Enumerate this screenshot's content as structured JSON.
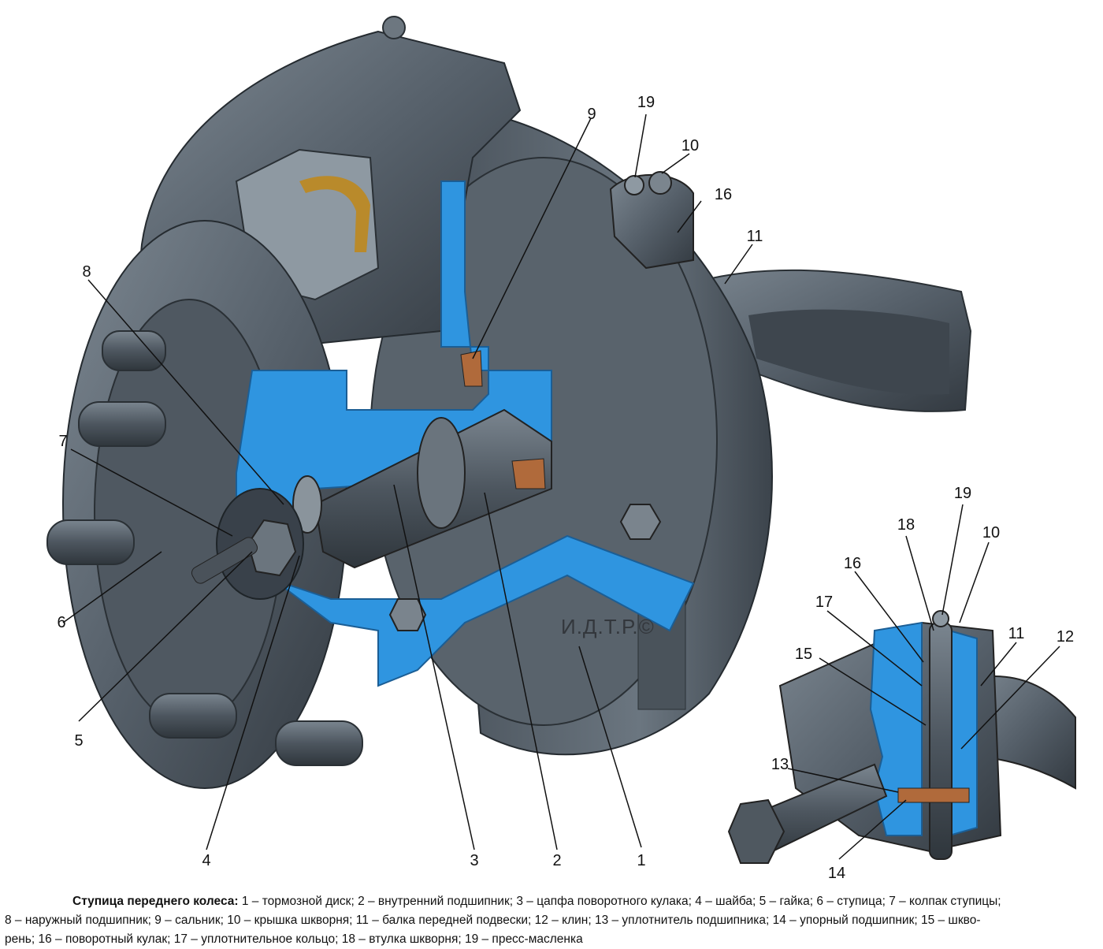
{
  "callouts": [
    "1",
    "2",
    "3",
    "4",
    "5",
    "6",
    "7",
    "8",
    "9",
    "10",
    "11",
    "16",
    "19"
  ],
  "inset_callouts": [
    "10",
    "11",
    "12",
    "13",
    "14",
    "15",
    "16",
    "17",
    "18",
    "19"
  ],
  "watermark": "И.Д.Т.Р.©",
  "caption": {
    "title": "Ступица переднего колеса:",
    "line1": "1 – тормозной диск; 2 – внутренний подшипник; 3 – цапфа поворотного кулака; 4 – шайба; 5 – гайка; 6 – ступица; 7 – колпак ступицы;",
    "line2": "8 – наружный подшипник; 9 – сальник; 10 – крышка шкворня; 11 – балка передней подвески; 12 – клин; 13 – уплотнитель подшипника; 14 – упорный подшипник; 15 – шкво-",
    "line3": "рень; 16 – поворотный кулак; 17 – уплотнительное кольцо; 18 – втулка шкворня; 19 – пресс-масленка"
  },
  "colors": {
    "metal": "#5b6570",
    "metal_dark": "#3b434b",
    "section_blue": "#2f95e0",
    "brass": "#b98a2b"
  }
}
